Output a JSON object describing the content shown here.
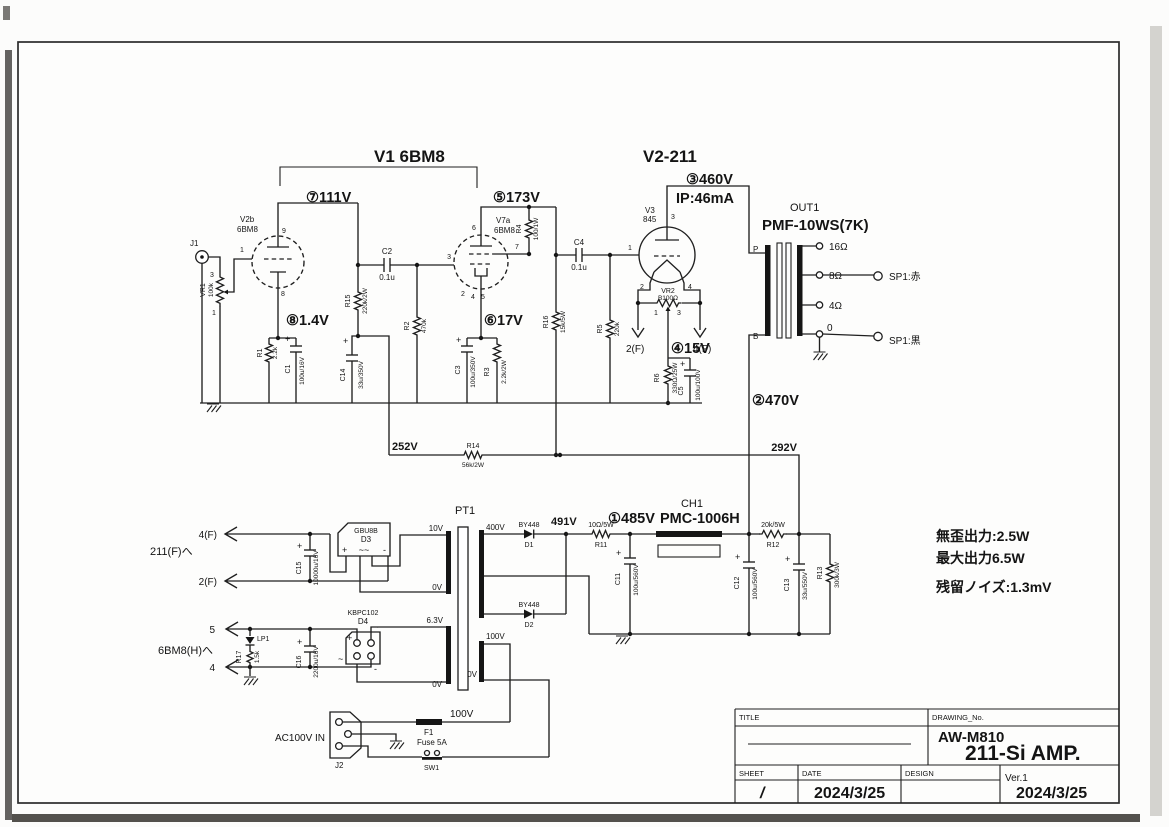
{
  "input": {
    "j1": "J1",
    "vr1": "VR1",
    "vr1_val": "100k",
    "pin3": "3",
    "pin1": "1"
  },
  "v1": {
    "title": "V1 6BM8",
    "t_name": "V2b",
    "t_type": "6BM8",
    "t_pin_plate": "9",
    "t_pin_grid": "1",
    "t_pin_cath": "8",
    "plate_v": "⑦111V",
    "cath_v": "⑧1.4V",
    "r1": "R1",
    "r1_val": "2.2k",
    "c1_plus": "+",
    "c1": "C1",
    "c1_val": "100u/16V",
    "r15": "R15",
    "r15_val": "220k/2W",
    "c14_plus": "+",
    "c14": "C14",
    "c14_val": "33u/350V",
    "c2": "C2",
    "c2_val": "0.1u",
    "r2": "R2",
    "r2_val": "470k",
    "p_name": "V7a",
    "p_type": "6BM8",
    "p_pin_plate": "6",
    "p_pin_screen": "7",
    "p_pin_grid": "3",
    "p_pin2": "2",
    "p_pin4": "4",
    "p_pin5": "5",
    "plate2_v": "⑤173V",
    "r4": "R4",
    "r4_val": "100/1W",
    "cath2_v": "⑥17V",
    "c3_plus": "+",
    "c3": "C3",
    "c3_val": "100u/350V",
    "r3": "R3",
    "r3_val": "2.2k/2W",
    "r16": "R16",
    "r16_val": "15k/5W"
  },
  "v2": {
    "title": "V2-211",
    "plate_v": "③460V",
    "ip": "IP:46mA",
    "name": "V3",
    "type": "845",
    "pin_plate": "3",
    "pin_grid": "1",
    "pin_f2": "2",
    "pin_f4": "4",
    "c4": "C4",
    "c4_val": "0.1u",
    "r5": "R5",
    "r5_val": "220k",
    "vr2": "VR2",
    "vr2_val": "B100Ω",
    "vr2_p1": "1",
    "vr2_p3": "3",
    "f_left": "2(F)",
    "f_right": "4(F)",
    "fil_v": "④15V",
    "r6": "R6",
    "r6_val": "330Ω/25W",
    "c5_plus": "+",
    "c5": "C5",
    "c5_val": "100u/100V"
  },
  "out": {
    "name": "OUT1",
    "model": "PMF-10WS(7K)",
    "p": "P",
    "b": "B",
    "t16": "16Ω",
    "t8": "8Ω",
    "t4": "4Ω",
    "t0": "0",
    "sp_red": "SP1:赤",
    "sp_blk": "SP1:黒",
    "b_v": "②470V"
  },
  "bline": {
    "v252": "252V",
    "r14": "R14",
    "r14_val": "56k/2W",
    "v292": "292V"
  },
  "psu": {
    "pt1": "PT1",
    "w10": "10V",
    "w10_0": "0V",
    "w63": "6.3V",
    "w63_0": "0V",
    "w400": "400V",
    "w100": "100V",
    "w100_0": "0V",
    "v100": "100V",
    "d3_type": "GBU8B",
    "d3": "D3",
    "d3_plus": "+",
    "d3_ac": "~~",
    "d3_minus": "-",
    "d4_type": "KBPC102",
    "d4": "D4",
    "d4_plus": "+",
    "d4_ac1": "~",
    "d4_ac2": "~",
    "d4_minus": "-",
    "c15_plus": "+",
    "c15": "C15",
    "c15_val": "10000u/16V",
    "c16_plus": "+",
    "c16": "C16",
    "c16_val": "2200u/16V",
    "lp1": "LP1",
    "r17": "R17",
    "r17_val": "1.5k",
    "arr_4f": "4(F)",
    "arr_2f": "2(F)",
    "to_211": "211(F)へ",
    "h5": "5",
    "h4": "4",
    "to_6bm8": "6BM8(H)へ",
    "d1_type": "BY448",
    "d1": "D1",
    "d2_type": "BY448",
    "d2": "D2",
    "v491": "491V",
    "r11_val": "10Ω/5W",
    "r11": "R11",
    "v485": "①485V",
    "ch1": "CH1",
    "ch1_model": "PMC-1006H",
    "c11_plus": "+",
    "c11": "C11",
    "c11_val": "100u/560V",
    "c12_plus": "+",
    "c12": "C12",
    "c12_val": "100u/560V",
    "r12_val": "20k/5W",
    "r12": "R12",
    "c13_plus": "+",
    "c13": "C13",
    "c13_val": "33u/550V",
    "r13": "R13",
    "r13_val": "300k/3W",
    "ac_in": "AC100V IN",
    "j2": "J2",
    "f1": "F1",
    "fuse": "Fuse 5A",
    "sw1": "SW1"
  },
  "notes": {
    "l1": "無歪出力:2.5W",
    "l2": "最大出力6.5W",
    "l3": "残留ノイズ:1.3mV"
  },
  "tb": {
    "title": "TITLE",
    "drawing": "DRAWING_No.",
    "model": "AW-M810",
    "name": "211-Si AMP.",
    "sheet": "SHEET",
    "sheet_val": "/",
    "date": "DATE",
    "date_val": "2024/3/25",
    "design": "DESIGN",
    "ver": "Ver.1",
    "ver_date": "2024/3/25"
  }
}
